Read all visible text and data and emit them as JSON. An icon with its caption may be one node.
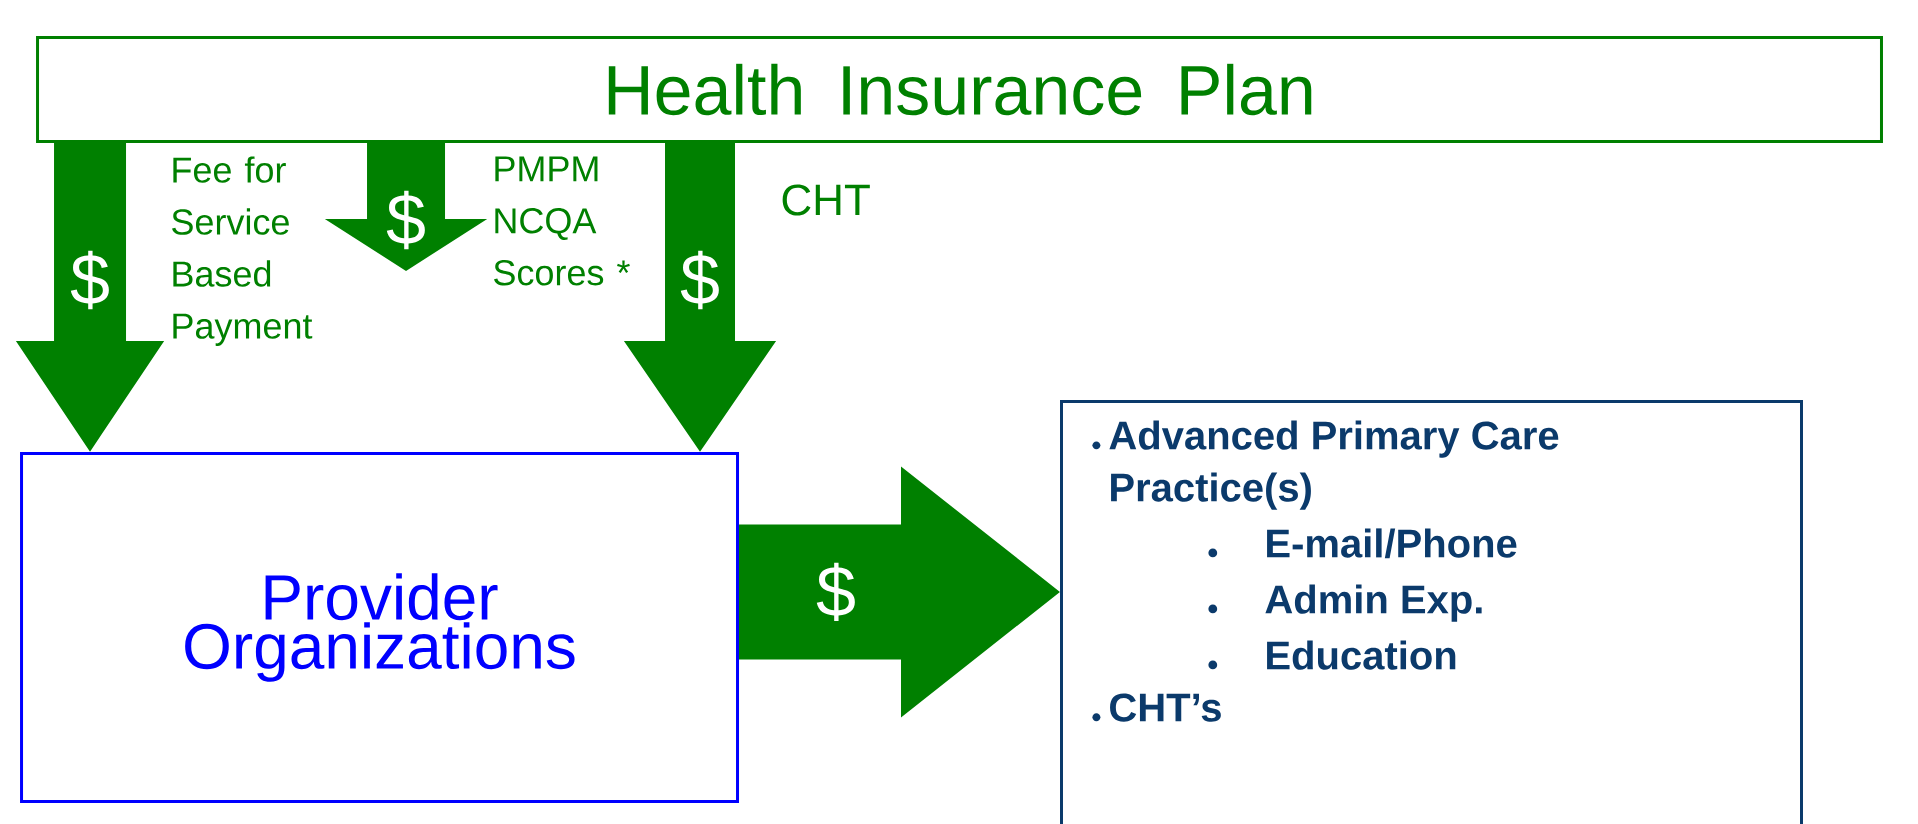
{
  "diagram": {
    "nodes": [
      {
        "text": [
          "Health Insurance Plan"
        ]
      },
      {
        "text": [
          "Provider Organizations"
        ]
      },
      {
        "text": [
          "Advanced Primary Care Practice(s)",
          "E-mail/Phone",
          "Admin Exp.",
          "Education",
          "CHT’s"
        ]
      }
    ],
    "edges": [
      {
        "from": 0,
        "to": 1,
        "arrow": "to",
        "label": "$"
      },
      {
        "from": 0,
        "to": null,
        "arrow": "to",
        "label": "$"
      },
      {
        "from": 0,
        "to": 1,
        "arrow": "to",
        "label": "$"
      },
      {
        "from": 1,
        "to": 2,
        "arrow": "to",
        "label": "$",
        "style": "thick"
      }
    ],
    "labels": [
      "Fee for Service Based Payment",
      "PMPM NCQA Scores *",
      "CHT"
    ]
  }
}
